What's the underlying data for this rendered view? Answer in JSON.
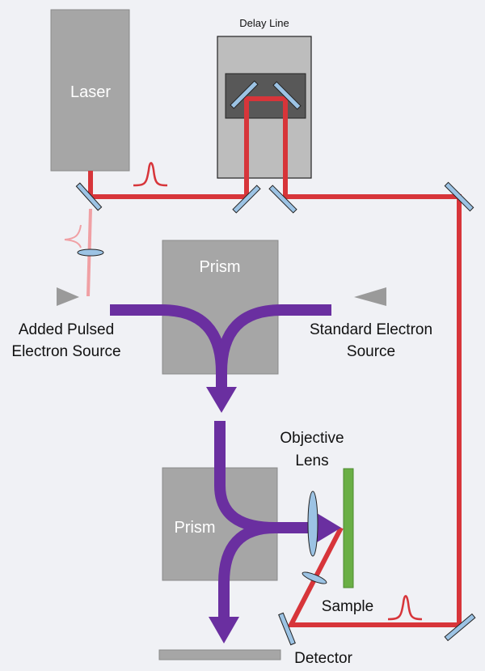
{
  "labels": {
    "laser": "Laser",
    "delay_line": "Delay Line",
    "prism_top": "Prism",
    "prism_bottom": "Prism",
    "added_source_line1": "Added Pulsed",
    "added_source_line2": "Electron Source",
    "standard_source_line1": "Standard Electron",
    "standard_source_line2": "Source",
    "objective_line1": "Objective",
    "objective_line2": "Lens",
    "sample": "Sample",
    "detector": "Detector"
  },
  "colors": {
    "background": "#f0f1f5",
    "laser_beam": "#d7353a",
    "weak_beam": "#f0a0a4",
    "electron_beam": "#6a2fa0",
    "optics": "#9cc3e4",
    "sample": "#6aaf45",
    "component_gray": "#a6a6a6"
  }
}
